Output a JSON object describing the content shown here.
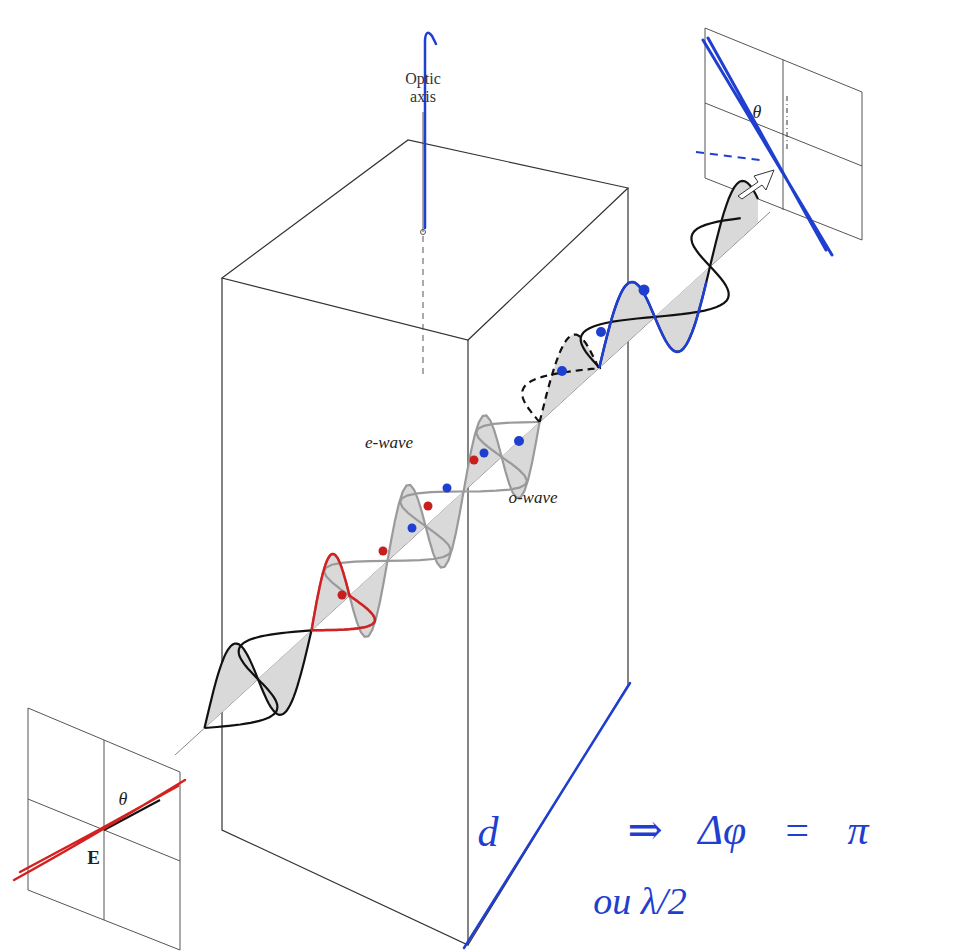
{
  "diagram": {
    "labels": [
      "Optic axis",
      "θ",
      "e-wave",
      "o-wave",
      "θ",
      "E⃗",
      "d",
      "⇒ Δφ = π",
      "ou λ/2"
    ]
  }
}
